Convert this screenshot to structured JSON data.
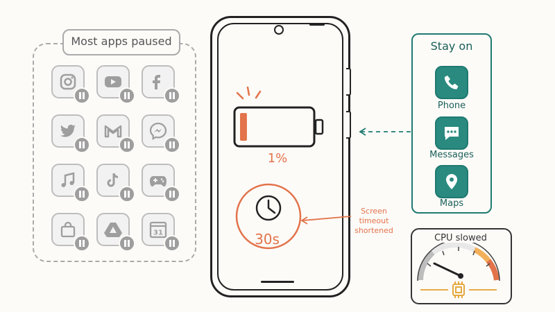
{
  "apps_panel": {
    "title": "Most apps paused",
    "apps": [
      {
        "name": "instagram-icon"
      },
      {
        "name": "youtube-icon"
      },
      {
        "name": "facebook-icon"
      },
      {
        "name": "twitter-icon"
      },
      {
        "name": "gmail-icon"
      },
      {
        "name": "messenger-icon"
      },
      {
        "name": "music-icon"
      },
      {
        "name": "tiktok-icon"
      },
      {
        "name": "game-controller-icon"
      },
      {
        "name": "shopping-bag-icon"
      },
      {
        "name": "drive-icon"
      },
      {
        "name": "calendar-icon"
      }
    ],
    "calendar_day": "31"
  },
  "phone": {
    "battery_percent": "1%",
    "battery_level": 0.1,
    "timer_text": "30s"
  },
  "timeout_label": [
    "Screen",
    "timeout",
    "shortened"
  ],
  "stay_on": {
    "title": "Stay on",
    "apps": [
      {
        "name": "phone-icon",
        "label": "Phone"
      },
      {
        "name": "messages-icon",
        "label": "Messages"
      },
      {
        "name": "maps-icon",
        "label": "Maps"
      }
    ]
  },
  "cpu": {
    "title": "CPU slowed"
  },
  "colors": {
    "accent_orange": "#e2734a",
    "teal": "#1f7a70",
    "paused_gray": "#9e9e9e"
  }
}
